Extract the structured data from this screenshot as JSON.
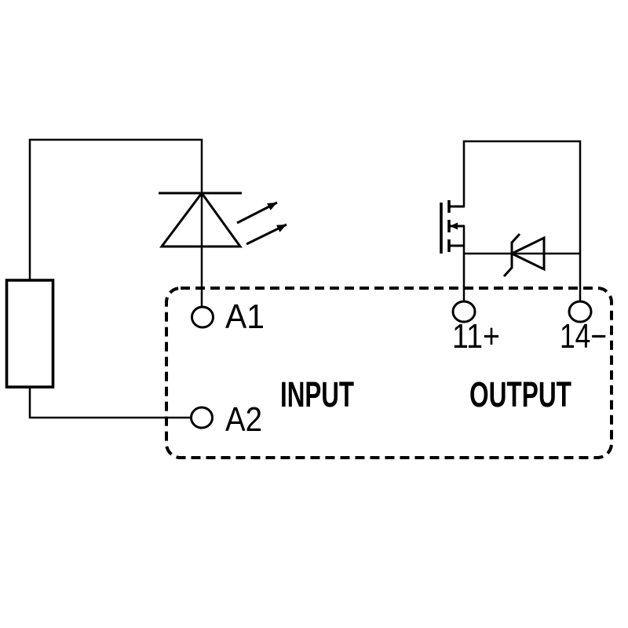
{
  "diagram": {
    "kind": "solid-state-relay wiring schematic",
    "colors": {
      "background": "#ffffff",
      "line": "#000000",
      "text": "#000000"
    },
    "module": {
      "input_label": "INPUT",
      "output_label": "OUTPUT"
    },
    "terminals": {
      "a1": {
        "label": "A1"
      },
      "a2": {
        "label": "A2"
      },
      "out_plus": {
        "label": "11+"
      },
      "out_minus": {
        "label": "14−"
      }
    },
    "components": {
      "resistor": "series-resistor-symbol",
      "led": "led-symbol",
      "mosfet": "n-channel-mosfet-symbol",
      "tvs": "suppressor-diode-symbol",
      "boundary": "relay-module-dashed-outline"
    }
  }
}
